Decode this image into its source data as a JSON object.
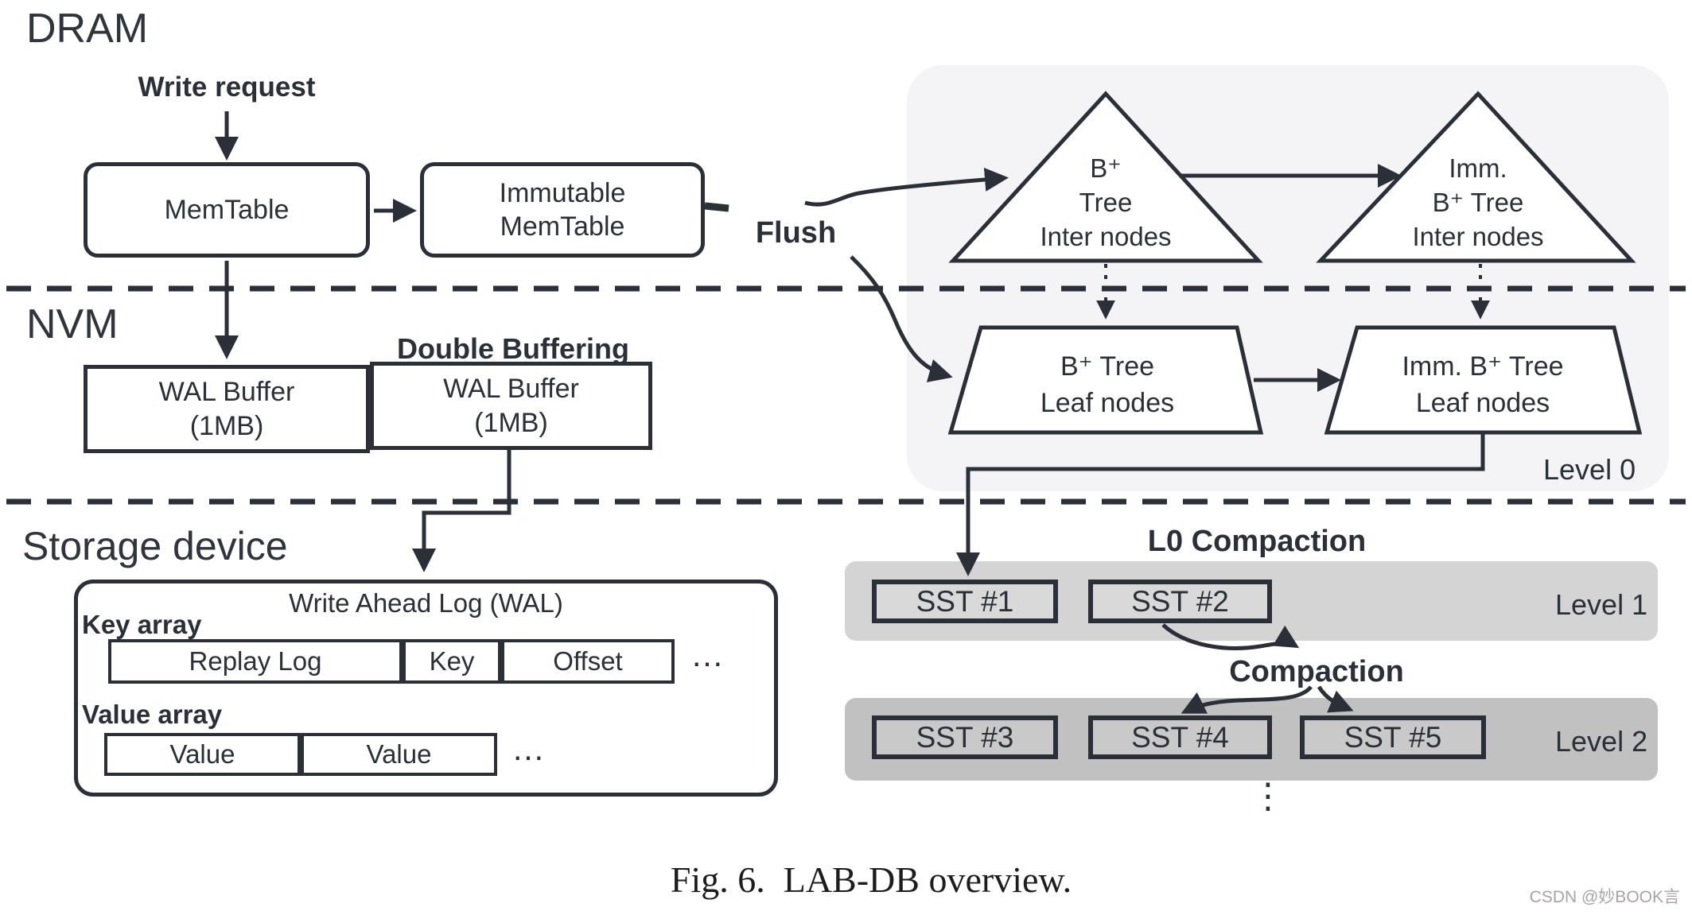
{
  "colors": {
    "ink": "#2b3038",
    "panel_bg": "#f4f4f6",
    "level1_band": "#d4d4d4",
    "level2_band": "#c1c1c1",
    "sst_level1_fill": "#d9d9d9",
    "sst_level2_fill": "#c9c9c9",
    "watermark": "#a9a4a4"
  },
  "dram": {
    "label": "DRAM",
    "write_request": "Write request",
    "memtable": "MemTable",
    "immutable": {
      "line1": "Immutable",
      "line2": "MemTable"
    },
    "flush": "Flush"
  },
  "nvm": {
    "label": "NVM",
    "double_buffering": "Double Buffering",
    "wal_left": {
      "line1": "WAL Buffer",
      "line2": "(1MB)"
    },
    "wal_right": {
      "line1": "WAL Buffer",
      "line2": "(1MB)"
    }
  },
  "level0": {
    "btree_inter": {
      "line1": "B⁺",
      "line2": "Tree",
      "line3": "Inter nodes"
    },
    "imm_btree_inter": {
      "line1": "Imm.",
      "line2": "B⁺ Tree",
      "line3": "Inter nodes"
    },
    "btree_leaf": {
      "line1": "B⁺ Tree",
      "line2": "Leaf nodes"
    },
    "imm_btree_leaf": {
      "line1": "Imm. B⁺ Tree",
      "line2": "Leaf nodes"
    },
    "label": "Level 0"
  },
  "storage": {
    "label": "Storage device",
    "wal_title": "Write Ahead Log (WAL)",
    "key_array_label": "Key array",
    "key_cells": [
      "Replay Log",
      "Key",
      "Offset"
    ],
    "key_ellipsis": "…",
    "value_array_label": "Value array",
    "value_cells": [
      "Value",
      "Value"
    ],
    "value_ellipsis": "…"
  },
  "lsm": {
    "l0_compaction": "L0 Compaction",
    "level1_label": "Level 1",
    "sst1": "SST #1",
    "sst2": "SST #2",
    "compaction": "Compaction",
    "level2_label": "Level 2",
    "sst3": "SST #3",
    "sst4": "SST #4",
    "sst5": "SST #5",
    "more_levels": "⋮"
  },
  "caption": "Fig. 6.  LAB-DB overview.",
  "watermark": "CSDN @妙BOOK言"
}
